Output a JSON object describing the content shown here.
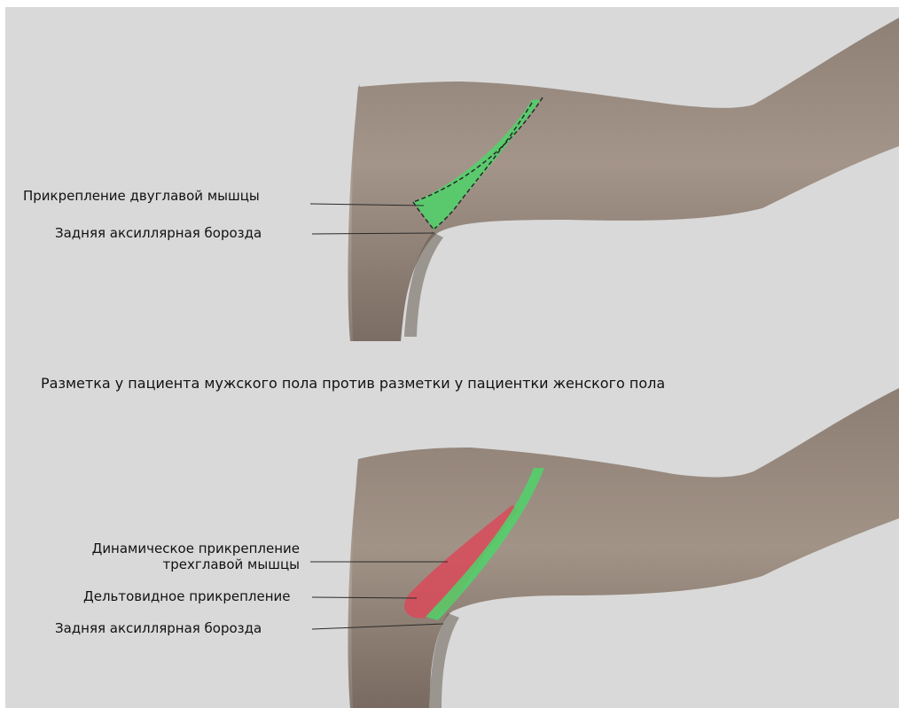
{
  "colors": {
    "background": "#d9d9d9",
    "frame": "#ffffff",
    "skin": "#9c8c7f",
    "skin_shadow": "#6f6157",
    "marker_green": "#4fd36a",
    "marker_red": "#d94a5a",
    "leader_line": "#2a2a2a"
  },
  "panels": {
    "top": {
      "labels": {
        "biceps": "Прикрепление двуглавой мышцы",
        "posterior_fold": "Задняя аксиллярная борозда"
      }
    },
    "caption": "Разметка у пациента мужского пола против разметки у пациентки женского пола",
    "bottom": {
      "labels": {
        "triceps_line1": "Динамическое прикрепление",
        "triceps_line2": "трехглавой мышцы",
        "deltoid": "Дельтовидное прикрепление",
        "posterior_fold": "Задняя аксиллярная борозда"
      }
    }
  }
}
